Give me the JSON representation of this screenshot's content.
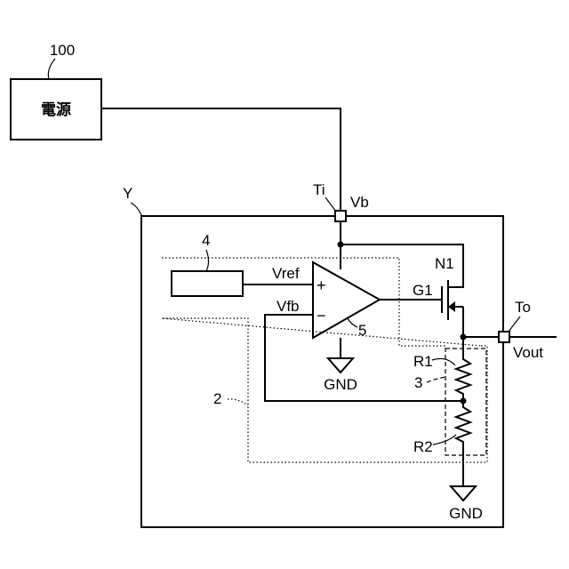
{
  "power_supply": {
    "ref": "100",
    "label": "電源"
  },
  "device": {
    "ref": "Y"
  },
  "terminals": {
    "input": {
      "name": "Ti",
      "node": "Vb"
    },
    "output": {
      "name": "To",
      "node": "Vout"
    }
  },
  "reference_source": {
    "ref": "4",
    "signal": "Vref"
  },
  "error_amplifier": {
    "ref": "5",
    "plus": "+",
    "minus": "−",
    "feedback": "Vfb"
  },
  "transistor": {
    "name": "N1",
    "gate": "G1"
  },
  "divider": {
    "ref": "3",
    "r1": "R1",
    "r2": "R2"
  },
  "control_block": {
    "ref": "2"
  },
  "grounds": {
    "amp": "GND",
    "divider": "GND"
  }
}
